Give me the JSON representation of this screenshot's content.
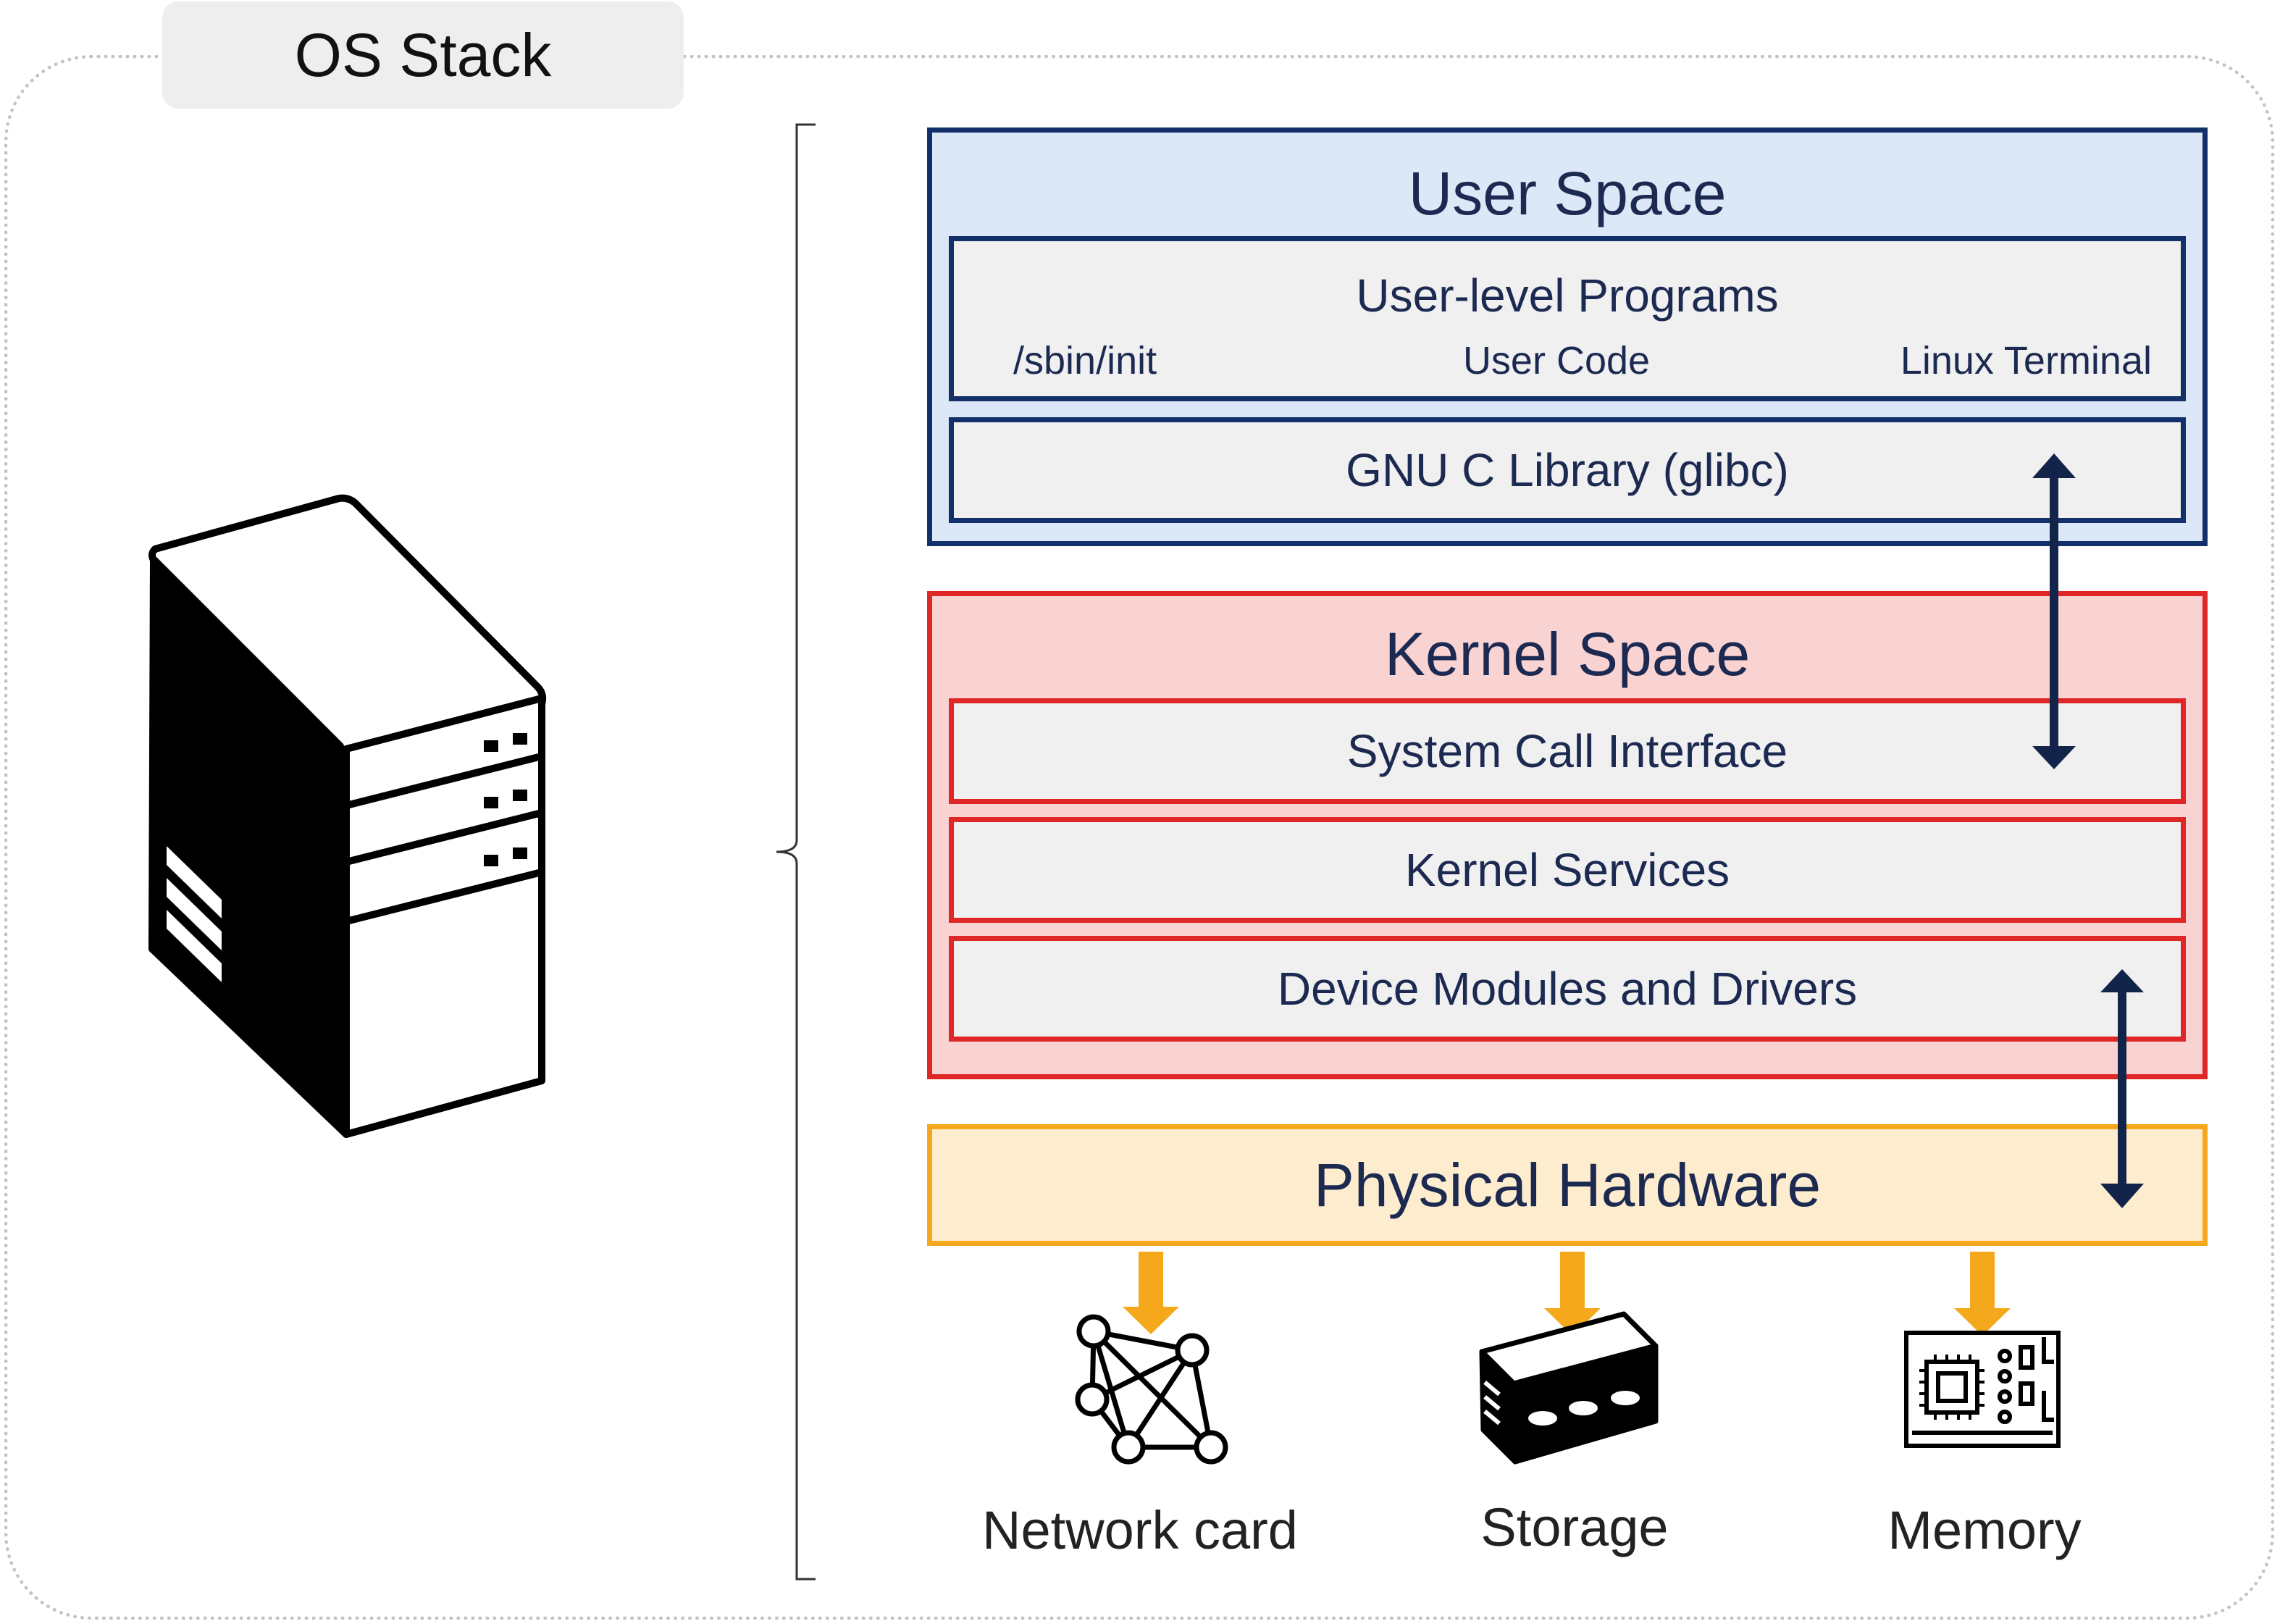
{
  "title": "OS Stack",
  "user_space": {
    "title": "User Space",
    "programs": {
      "heading": "User-level Programs",
      "items": [
        "/sbin/init",
        "User Code",
        "Linux Terminal"
      ]
    },
    "glibc": "GNU C Library (glibc)"
  },
  "kernel_space": {
    "title": "Kernel Space",
    "boxes": [
      "System Call Interface",
      "Kernel Services",
      "Device Modules and Drivers"
    ]
  },
  "hardware": {
    "title": "Physical Hardware",
    "devices": [
      "Network card",
      "Storage",
      "Memory"
    ]
  },
  "icons": [
    "server-tower-icon",
    "network-card-icon",
    "storage-icon",
    "memory-icon"
  ],
  "colors": {
    "user_space_fill": "#dce7f7",
    "user_space_border": "#13306a",
    "kernel_space_fill": "#f9d2d2",
    "kernel_space_border": "#e02727",
    "hardware_fill": "#fdeccd",
    "hardware_border": "#f5a81c",
    "arrow_dark": "#13244a",
    "arrow_orange": "#f5a81c"
  }
}
